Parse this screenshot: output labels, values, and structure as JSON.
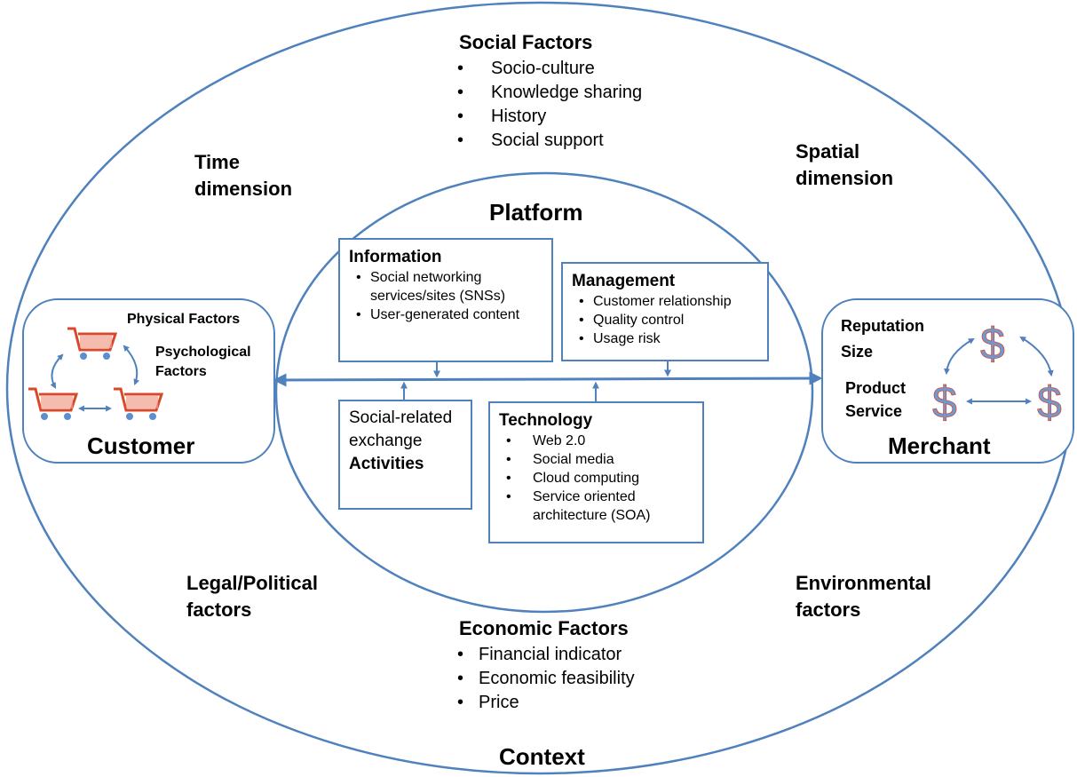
{
  "colors": {
    "line": "#4f81bd",
    "cart_red": "#d9482b",
    "cart_blue": "#5b8fd0",
    "dollar_red": "#d9482b",
    "dollar_blue": "#6b9bd6"
  },
  "context": {
    "title": "Context",
    "time_dimension": "Time dimension",
    "spatial_dimension": "Spatial dimension",
    "legal_political": "Legal/Political factors",
    "environmental": "Environmental factors",
    "social_factors": {
      "title": "Social Factors",
      "items": [
        "Socio-culture",
        "Knowledge sharing",
        "History",
        "Social support"
      ]
    },
    "economic_factors": {
      "title": "Economic Factors",
      "items": [
        "Financial indicator",
        "Economic feasibility",
        "Price"
      ]
    }
  },
  "platform": {
    "title": "Platform",
    "information": {
      "title": "Information",
      "items": [
        "Social networking services/sites (SNSs)",
        "User-generated content"
      ]
    },
    "management": {
      "title": "Management",
      "items": [
        "Customer relationship",
        "Quality control",
        "Usage risk"
      ]
    },
    "activities": {
      "text": "Social-related exchange",
      "bold": "Activities"
    },
    "technology": {
      "title": "Technology",
      "items": [
        "Web 2.0",
        "Social media",
        "Cloud computing",
        "Service oriented architecture (SOA)"
      ]
    }
  },
  "customer": {
    "title": "Customer",
    "physical": "Physical Factors",
    "psychological": "Psychological Factors",
    "icon": "shopping-cart-icon"
  },
  "merchant": {
    "title": "Merchant",
    "reputation": "Reputation",
    "size": "Size",
    "product": "Product",
    "service": "Service",
    "icon": "dollar-sign-icon"
  }
}
